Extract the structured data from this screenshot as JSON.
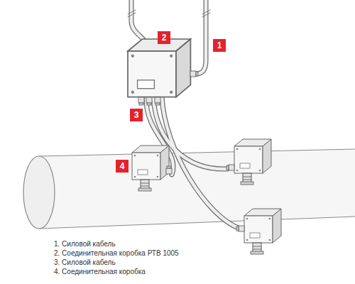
{
  "diagram": {
    "labels": [
      "2",
      "1",
      "3",
      "4",
      "1. Силовой кабель",
      "2. Соединительная коробка РТВ 1005",
      "3. Силовой кабель",
      "4. Соединительная коробка"
    ]
  }
}
